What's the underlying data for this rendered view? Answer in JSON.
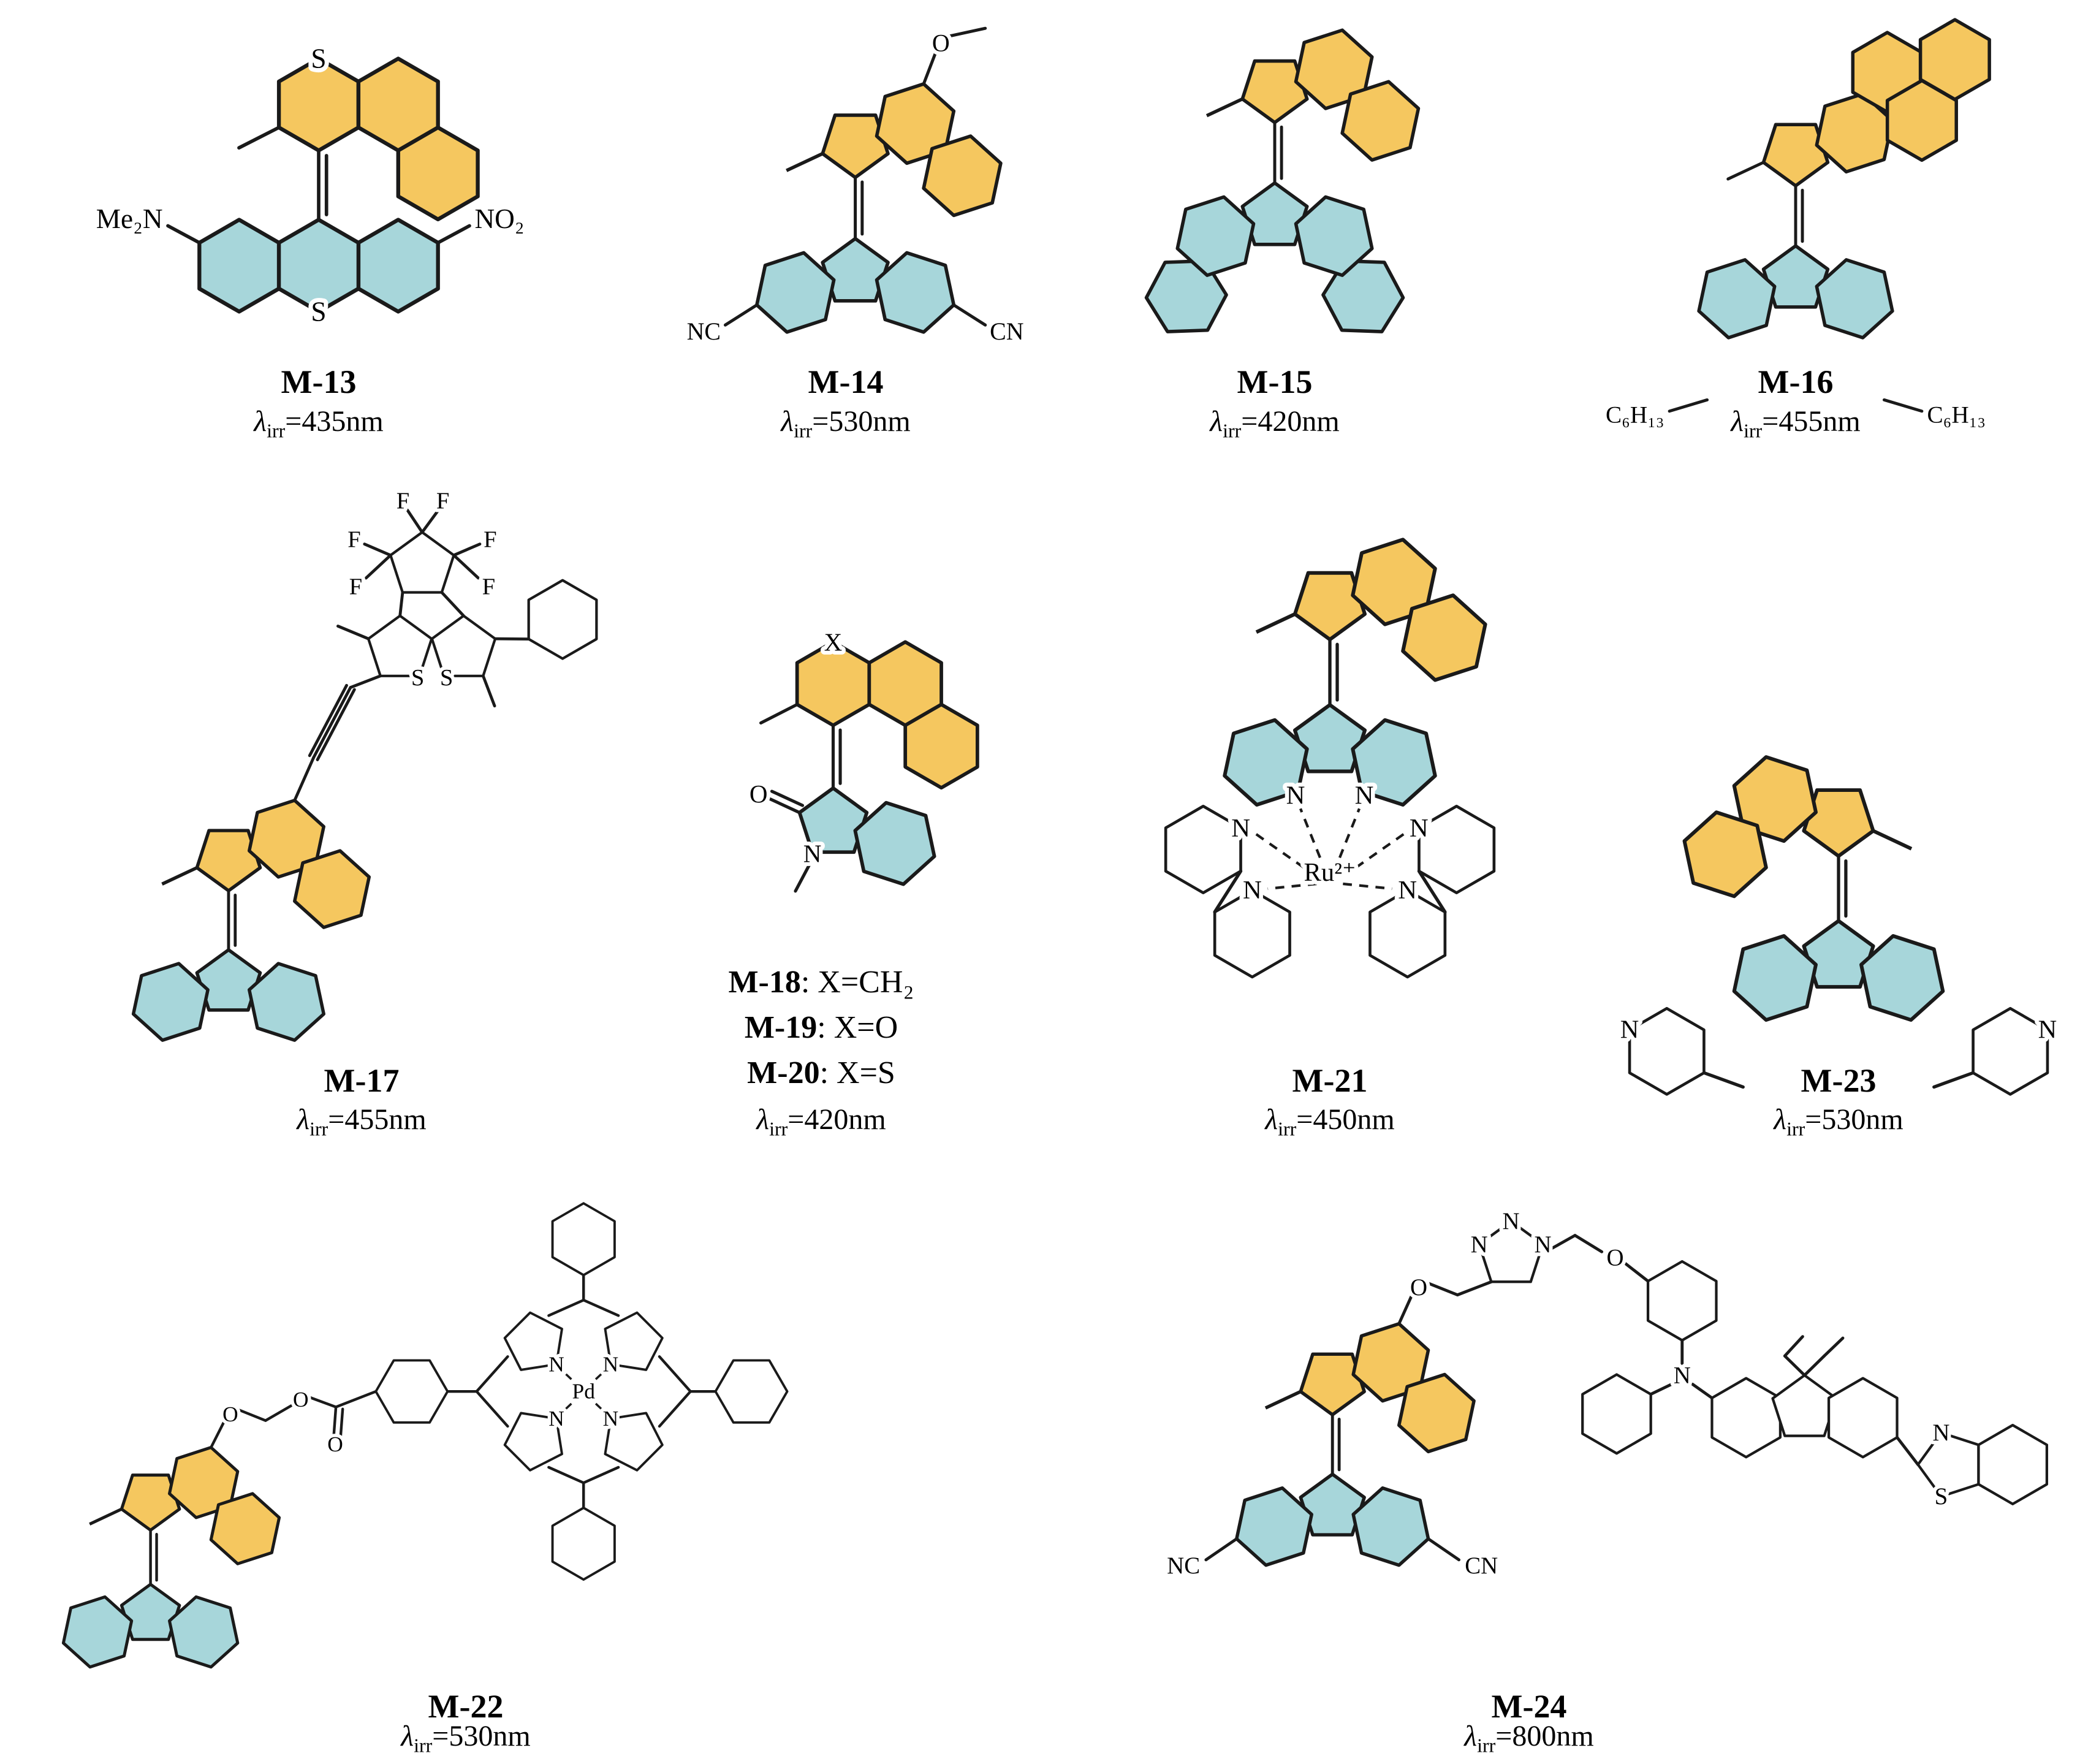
{
  "figure": {
    "colors": {
      "rotor_fill": "#f5c75f",
      "stator_fill": "#a7d6da",
      "bond": "#1a1a1a"
    },
    "lambda": {
      "symbol": "λ",
      "sub": "irr"
    },
    "molecules": {
      "m13": {
        "name": "M-13",
        "wl": "=435nm",
        "atoms": {
          "s_top": "S",
          "s_bottom": "S",
          "amine": "Me₂N",
          "nitro": "NO₂"
        }
      },
      "m14": {
        "name": "M-14",
        "wl": "=530nm",
        "atoms": {
          "o": "O",
          "nc": "NC",
          "cn": "CN"
        }
      },
      "m15": {
        "name": "M-15",
        "wl": "=420nm"
      },
      "m16": {
        "name": "M-16",
        "wl": "=455nm",
        "atoms": {
          "hexyl": "C₆H₁₃"
        }
      },
      "m17": {
        "name": "M-17",
        "wl": "=455nm",
        "atoms": {
          "f": "F",
          "s": "S"
        }
      },
      "m18": {
        "name": "M-18",
        "def": ": X=CH₂"
      },
      "m19": {
        "name": "M-19",
        "def": ": X=O"
      },
      "m20": {
        "name": "M-20",
        "def": ": X=S"
      },
      "m18_20": {
        "wl": "=420nm",
        "atoms": {
          "x": "X",
          "o": "O",
          "n": "N"
        }
      },
      "m21": {
        "name": "M-21",
        "wl": "=450nm",
        "atoms": {
          "ru": "Ru²⁺",
          "n": "N"
        }
      },
      "m23": {
        "name": "M-23",
        "wl": "=530nm",
        "atoms": {
          "n": "N"
        }
      },
      "m22": {
        "name": "M-22",
        "wl": "=530nm",
        "atoms": {
          "pd": "Pd",
          "n": "N",
          "o": "O"
        }
      },
      "m24": {
        "name": "M-24",
        "wl": "=800nm",
        "atoms": {
          "n": "N",
          "o": "O",
          "s": "S",
          "nc": "NC",
          "cn": "CN"
        }
      }
    }
  }
}
